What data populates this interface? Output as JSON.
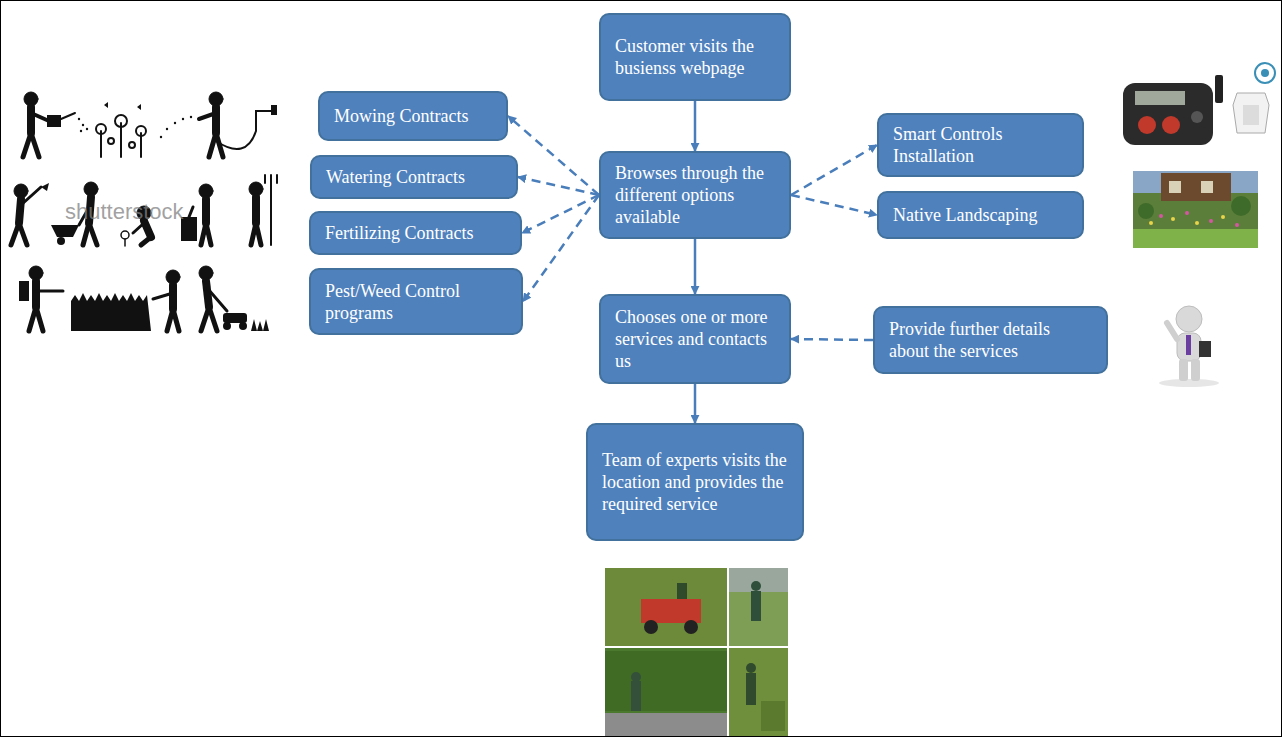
{
  "diagram": {
    "nodes": [
      {
        "text": [
          "Customer visits the busienss webpage"
        ]
      },
      {
        "text": [
          "Mowing Contracts"
        ]
      },
      {
        "text": [
          "Watering Contracts"
        ]
      },
      {
        "text": [
          "Fertilizing Contracts"
        ]
      },
      {
        "text": [
          "Pest/Weed Control programs"
        ]
      },
      {
        "text": [
          "Browses through the different options available"
        ]
      },
      {
        "text": [
          "Smart Controls Installation"
        ]
      },
      {
        "text": [
          "Native Landscaping"
        ]
      },
      {
        "text": [
          "Chooses one or more services and contacts us"
        ]
      },
      {
        "text": [
          "Provide further details about the services"
        ]
      },
      {
        "text": [
          "Team of experts visits the location and provides the required service"
        ]
      }
    ],
    "edges": [
      {
        "from": 0,
        "to": 5,
        "arrow": "to"
      },
      {
        "from": 5,
        "to": 1,
        "arrow": "to"
      },
      {
        "from": 5,
        "to": 2,
        "arrow": "to"
      },
      {
        "from": 5,
        "to": 3,
        "arrow": "to"
      },
      {
        "from": 5,
        "to": 4,
        "arrow": "to"
      },
      {
        "from": 5,
        "to": 6,
        "arrow": "to"
      },
      {
        "from": 5,
        "to": 7,
        "arrow": "to"
      },
      {
        "from": 5,
        "to": 8,
        "arrow": "to"
      },
      {
        "from": 9,
        "to": 8,
        "arrow": "to"
      },
      {
        "from": 8,
        "to": 10,
        "arrow": "to"
      }
    ],
    "labels": [
      "shutterstock"
    ]
  }
}
